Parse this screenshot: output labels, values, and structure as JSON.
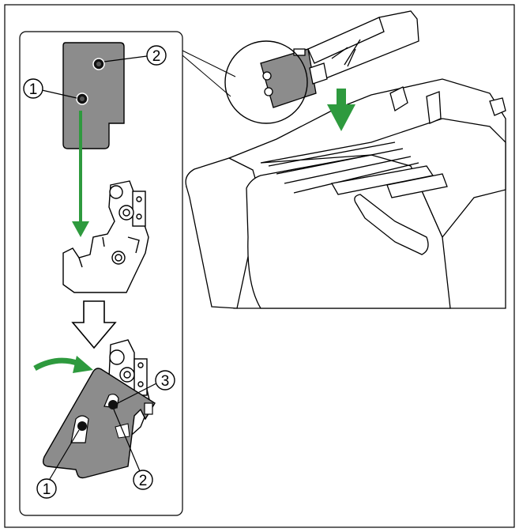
{
  "callouts": {
    "panel_top": {
      "one": "1",
      "two": "2"
    },
    "panel_bottom": {
      "one": "1",
      "two": "2",
      "three": "3"
    }
  },
  "colors": {
    "arrow_green": "#2e9a3e",
    "part_gray": "#8c8c8c",
    "line": "#000000"
  },
  "icons": [
    "down-arrow-icon",
    "hollow-down-arrow-icon",
    "curved-rotate-arrow-icon"
  ]
}
